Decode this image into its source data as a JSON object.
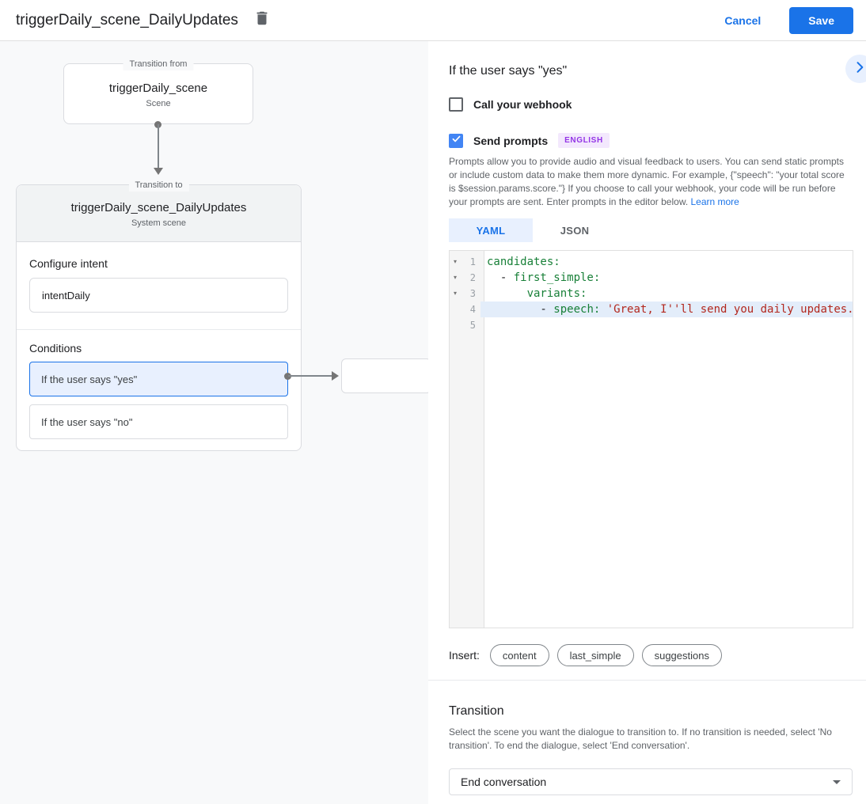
{
  "header": {
    "title": "triggerDaily_scene_DailyUpdates",
    "cancel_label": "Cancel",
    "save_label": "Save"
  },
  "diagram": {
    "from_node": {
      "legend": "Transition from",
      "title": "triggerDaily_scene",
      "subtitle": "Scene"
    },
    "to_node": {
      "legend": "Transition to",
      "title": "triggerDaily_scene_DailyUpdates",
      "subtitle": "System scene",
      "configure_intent_label": "Configure intent",
      "intent_value": "intentDaily",
      "conditions_label": "Conditions",
      "conditions": [
        {
          "label": "If the user says \"yes\"",
          "selected": true
        },
        {
          "label": "If the user says \"no\"",
          "selected": false
        }
      ]
    }
  },
  "panel": {
    "title": "If the user says \"yes\"",
    "webhook": {
      "label": "Call your webhook",
      "checked": false
    },
    "send_prompts": {
      "label": "Send prompts",
      "badge": "ENGLISH",
      "checked": true
    },
    "description": "Prompts allow you to provide audio and visual feedback to users. You can send static prompts or include custom data to make them more dynamic. For example, {\"speech\": \"your total score is $session.params.score.\"} If you choose to call your webhook, your code will be run before your prompts are sent. Enter prompts in the editor below. ",
    "learn_more_label": "Learn more",
    "tabs": [
      {
        "label": "YAML",
        "active": true
      },
      {
        "label": "JSON",
        "active": false
      }
    ],
    "editor": {
      "lines": [
        {
          "number": 1,
          "foldable": true,
          "highlighted": false,
          "segments": [
            {
              "type": "key",
              "text": "candidates:"
            }
          ]
        },
        {
          "number": 2,
          "foldable": true,
          "highlighted": false,
          "segments": [
            {
              "type": "plain",
              "text": "  - "
            },
            {
              "type": "key",
              "text": "first_simple:"
            }
          ]
        },
        {
          "number": 3,
          "foldable": true,
          "highlighted": false,
          "segments": [
            {
              "type": "plain",
              "text": "      "
            },
            {
              "type": "key",
              "text": "variants:"
            }
          ]
        },
        {
          "number": 4,
          "foldable": false,
          "highlighted": true,
          "segments": [
            {
              "type": "plain",
              "text": "        - "
            },
            {
              "type": "key",
              "text": "speech:"
            },
            {
              "type": "plain",
              "text": " "
            },
            {
              "type": "string",
              "text": "'Great, I''ll send you daily updates.'"
            }
          ]
        },
        {
          "number": 5,
          "foldable": false,
          "highlighted": false,
          "segments": []
        }
      ]
    },
    "insert": {
      "label": "Insert:",
      "chips": [
        "content",
        "last_simple",
        "suggestions"
      ]
    },
    "transition": {
      "title": "Transition",
      "description": "Select the scene you want the dialogue to transition to. If no transition is needed, select 'No transition'. To end the dialogue, select 'End conversation'.",
      "selected_value": "End conversation"
    }
  },
  "colors": {
    "accent": "#1a73e8",
    "checkbox_checked": "#4285f4",
    "selected_condition_bg": "#e8f0fe",
    "badge_bg": "#f3e8fd",
    "badge_text": "#9334e6",
    "yaml_key": "#188038",
    "yaml_string": "#b3281e",
    "editor_highlight_line": "#e3edfa",
    "canvas_bg": "#f8f9fa"
  }
}
